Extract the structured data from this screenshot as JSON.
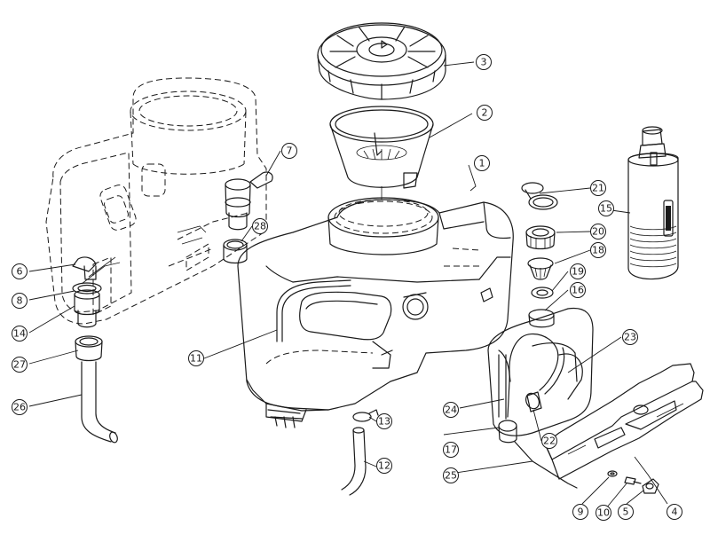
{
  "callouts": [
    {
      "id": "c1",
      "label": "1"
    },
    {
      "id": "c2",
      "label": "2"
    },
    {
      "id": "c3",
      "label": "3"
    },
    {
      "id": "c4",
      "label": "4"
    },
    {
      "id": "c5",
      "label": "5"
    },
    {
      "id": "c6",
      "label": "6"
    },
    {
      "id": "c7",
      "label": "7"
    },
    {
      "id": "c8",
      "label": "8"
    },
    {
      "id": "c9",
      "label": "9"
    },
    {
      "id": "c10",
      "label": "10"
    },
    {
      "id": "c11",
      "label": "11"
    },
    {
      "id": "c12",
      "label": "12"
    },
    {
      "id": "c13",
      "label": "13"
    },
    {
      "id": "c14",
      "label": "14"
    },
    {
      "id": "c15",
      "label": "15"
    },
    {
      "id": "c16",
      "label": "16"
    },
    {
      "id": "c17",
      "label": "17"
    },
    {
      "id": "c18",
      "label": "18"
    },
    {
      "id": "c19",
      "label": "19"
    },
    {
      "id": "c20",
      "label": "20"
    },
    {
      "id": "c21",
      "label": "21"
    },
    {
      "id": "c22",
      "label": "22"
    },
    {
      "id": "c23",
      "label": "23"
    },
    {
      "id": "c24",
      "label": "24"
    },
    {
      "id": "c25",
      "label": "25"
    },
    {
      "id": "c26",
      "label": "26"
    },
    {
      "id": "c27",
      "label": "27"
    },
    {
      "id": "c28",
      "label": "28"
    }
  ],
  "colors": {
    "line": "#1a1a1a",
    "background": "#ffffff"
  }
}
